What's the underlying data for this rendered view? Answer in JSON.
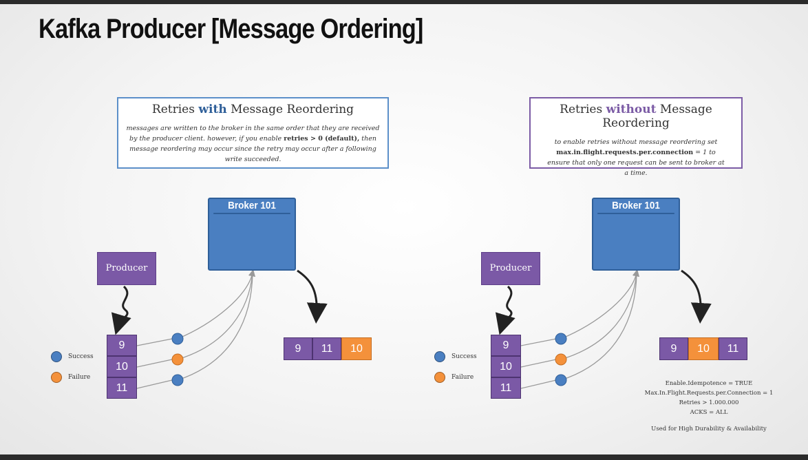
{
  "title": "Kafka Producer [Message Ordering]",
  "colors": {
    "blue": "#4a7fc1",
    "purple": "#7b59a6",
    "orange": "#f4913b"
  },
  "left": {
    "heading_pre": "Retries ",
    "heading_hl": "with",
    "heading_post": " Message Reordering",
    "body_1": "messages are written to the broker in the same order that they are received by the producer client. however, if you enable ",
    "body_bold": "retries > 0 (default),",
    "body_2": " then message reordering may occur since the retry may occur after a following write succeeded.",
    "broker": "Broker 101",
    "producer": "Producer",
    "messages": [
      "9",
      "10",
      "11"
    ],
    "result": [
      {
        "v": "9",
        "s": "success"
      },
      {
        "v": "11",
        "s": "success"
      },
      {
        "v": "10",
        "s": "failure"
      }
    ]
  },
  "right": {
    "heading_pre": "Retries ",
    "heading_hl": "without",
    "heading_post": " Message Reordering",
    "body_1": "to enable retries without message reordering set ",
    "body_bold": "max.in.flight.requests.per.connection",
    "body_2": " = 1 to ensure that only one request can be sent to broker at a time.",
    "broker": "Broker 101",
    "producer": "Producer",
    "messages": [
      "9",
      "10",
      "11"
    ],
    "result": [
      {
        "v": "9",
        "s": "success"
      },
      {
        "v": "10",
        "s": "failure"
      },
      {
        "v": "11",
        "s": "success"
      }
    ],
    "notes": [
      "Enable.Idempotence = TRUE",
      "Max.In.Flight.Requests.per.Connection = 1",
      "Retries > 1.000.000",
      "ACKS = ALL"
    ],
    "used_for": "Used for High Durability & Availability"
  },
  "legend": {
    "success": "Success",
    "failure": "Failure"
  }
}
